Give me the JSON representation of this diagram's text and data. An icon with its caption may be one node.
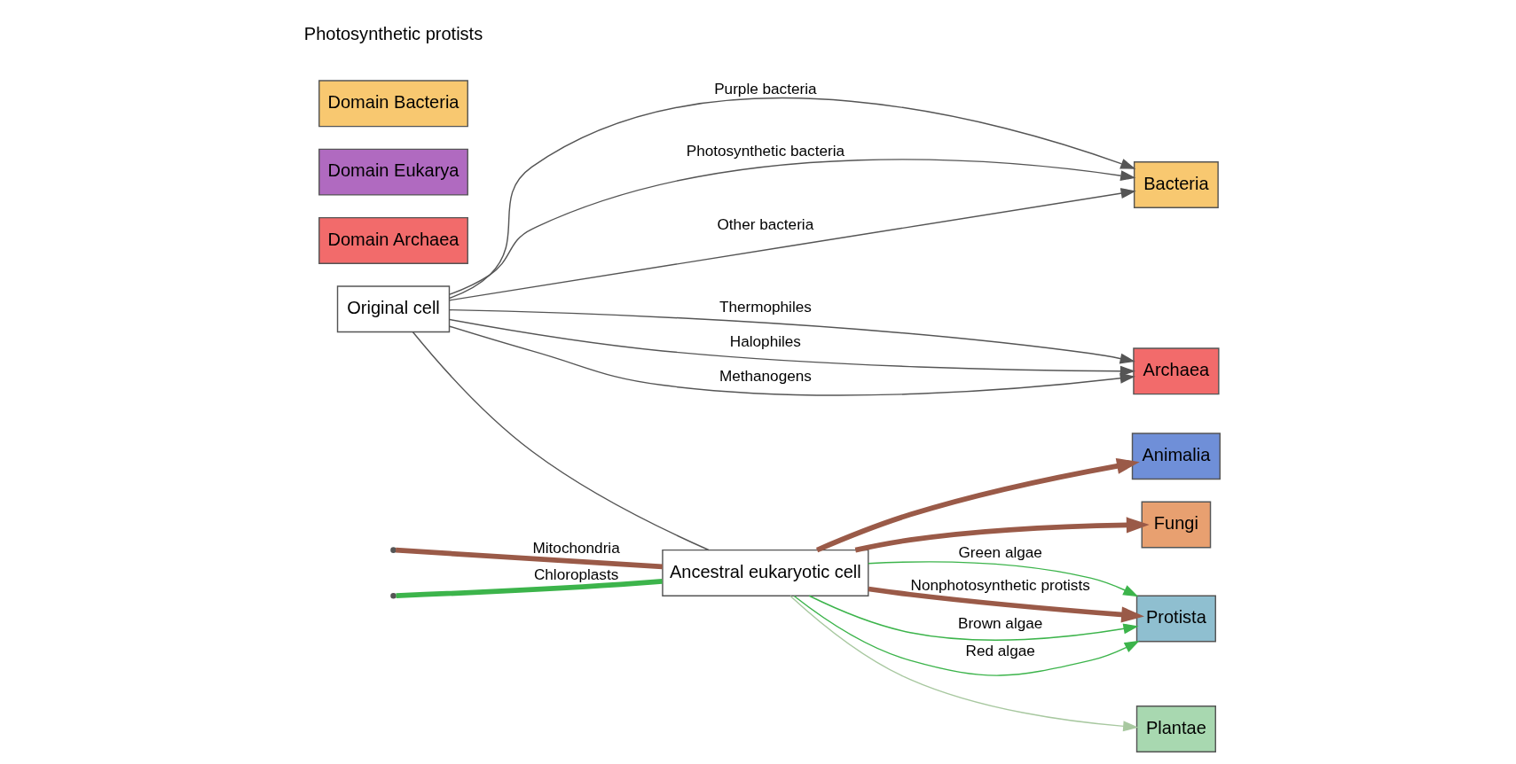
{
  "diagram": {
    "nodes": [
      {
        "text": [
          "Original cell"
        ]
      },
      {
        "text": [
          "Ancestral eukaryotic cell"
        ]
      },
      {
        "text": [
          "Archaea"
        ]
      },
      {
        "text": [
          "Animalia"
        ]
      },
      {
        "text": [
          "Fungi"
        ]
      },
      {
        "text": [
          "Protista"
        ]
      },
      {
        "text": [
          "Plantae"
        ]
      },
      {
        "text": [
          "Bacteria"
        ]
      },
      {
        "text": [
          "Domain Archaea"
        ]
      },
      {
        "text": [
          "Domain Eukarya"
        ]
      },
      {
        "text": [
          "Domain Bacteria"
        ]
      }
    ],
    "edges": [
      {
        "from": 0,
        "to": 2,
        "arrow": "to",
        "label": "Thermophiles"
      },
      {
        "from": 0,
        "to": 2,
        "arrow": "to",
        "label": "Halophiles"
      },
      {
        "from": 0,
        "to": 2,
        "arrow": "to",
        "label": "Methanogens"
      },
      {
        "from": 0,
        "to": 1,
        "arrow": "none"
      },
      {
        "from": 1,
        "to": 3,
        "arrow": "to",
        "style": "thick",
        "color": "#9a5a48"
      },
      {
        "from": 1,
        "to": 4,
        "arrow": "to",
        "style": "thick",
        "color": "#9a5a48"
      },
      {
        "from": 1,
        "to": 5,
        "arrow": "to",
        "label": "Nonphotosynthetic protists",
        "style": "thick",
        "color": "#9a5a48"
      },
      {
        "from": 1,
        "to": 5,
        "arrow": "to",
        "label": "Brown algae",
        "color": "#3cb44b"
      },
      {
        "from": 1,
        "to": 5,
        "arrow": "to",
        "label": "Red algae",
        "color": "#3cb44b"
      },
      {
        "from": 1,
        "to": 5,
        "arrow": "to",
        "label": "Green algae",
        "color": "#3cb44b"
      },
      {
        "from": 1,
        "to": 6,
        "arrow": "to",
        "color": "#a8c8a0"
      },
      {
        "from": 0,
        "to": 7,
        "arrow": "to",
        "label": "Purple bacteria"
      },
      {
        "from": 0,
        "to": 7,
        "arrow": "to",
        "label": "Photosynthetic bacteria"
      },
      {
        "from": 0,
        "to": 7,
        "arrow": "to",
        "label": "Other bacteria"
      },
      {
        "from": null,
        "to": 1,
        "arrow": "none",
        "label": "Mitochondria",
        "style": "thick",
        "color": "#9a5a48"
      },
      {
        "from": null,
        "to": 1,
        "arrow": "none",
        "label": "Chloroplasts",
        "style": "thick",
        "color": "#3cb44b"
      }
    ],
    "labels": [
      "Photosynthetic protists"
    ]
  }
}
